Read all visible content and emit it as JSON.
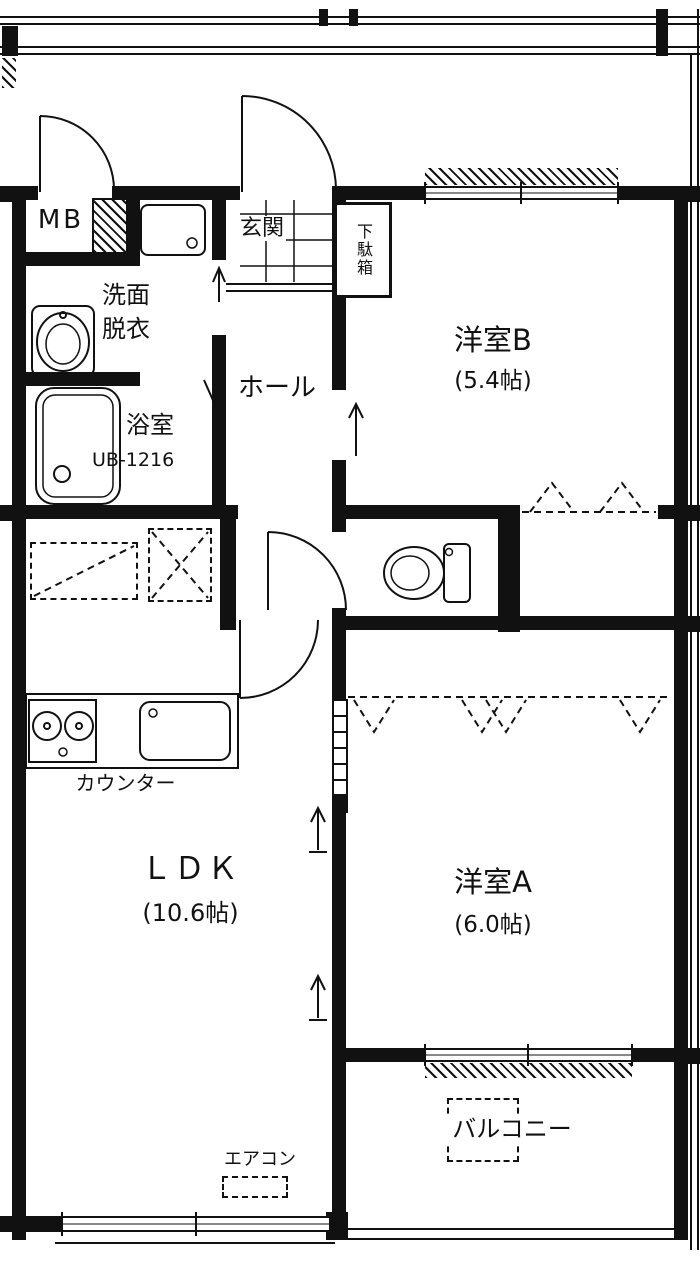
{
  "colors": {
    "ink": "#111111",
    "paper": "#ffffff"
  },
  "rooms": {
    "mb": "MB",
    "entrance": "玄関",
    "shoe_cabinet": "下駄箱",
    "washroom_line1": "洗面",
    "washroom_line2": "脱衣",
    "bathroom": "浴室",
    "bathroom_model": "UB-1216",
    "hall": "ホール",
    "room_b": "洋室B",
    "room_b_size": "(5.4帖)",
    "ldk": "ＬＤＫ",
    "ldk_size": "(10.6帖)",
    "counter": "カウンター",
    "room_a": "洋室A",
    "room_a_size": "(6.0帖)",
    "aircon": "エアコン",
    "balcony": "バルコニー"
  }
}
